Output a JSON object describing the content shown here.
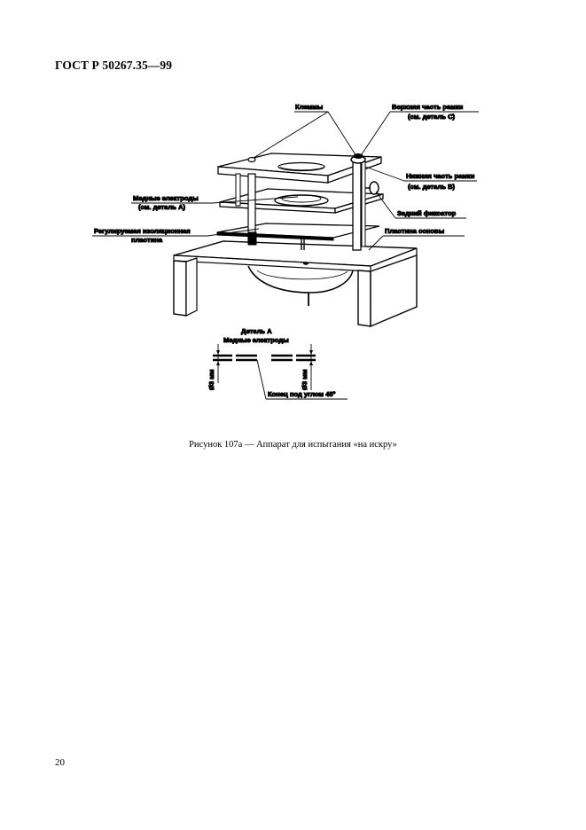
{
  "header": {
    "standard_id": "ГОСТ Р 50267.35—99"
  },
  "figure": {
    "labels": {
      "clamps": "Клеммы",
      "upper_frame_1": "Верхняя часть рамки",
      "upper_frame_2": "(см. деталь С)",
      "lower_frame_1": "Нижняя часть рамки",
      "lower_frame_2": "(см. деталь В)",
      "copper_electrodes_1": "Медные электроды",
      "copper_electrodes_2": "(см. деталь А)",
      "rear_clamp": "Задний фиксатор",
      "adjustable_plate_1": "Регулируемая изоляционная",
      "adjustable_plate_2": "пластина",
      "base_plate": "Пластина основы"
    },
    "detail": {
      "title_1": "Деталь А",
      "title_2": "Медные электроды",
      "dim_left": "Ø3 мм",
      "dim_right": "Ø3 мм",
      "tip_note": "Конец под углом 45°"
    }
  },
  "caption": "Рисунок 107а — Аппарат для испытания «на искру»",
  "footer": {
    "page_number": "20"
  }
}
